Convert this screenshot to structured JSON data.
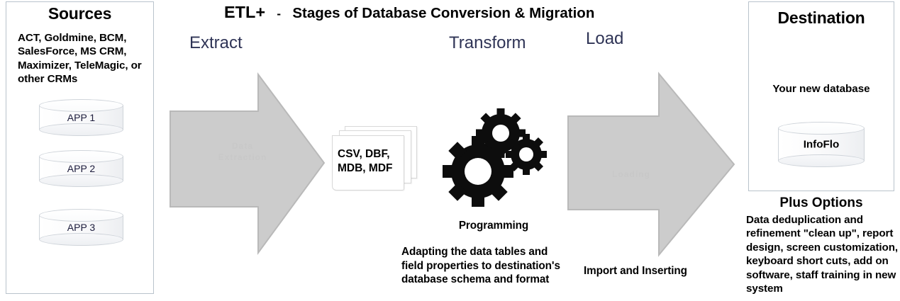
{
  "title": {
    "etl": "ETL+",
    "dash": "-",
    "rest": "Stages of Database Conversion & Migration",
    "full": "ETL+  -  Stages of Database Conversion & Migration"
  },
  "stages": {
    "extract": "Extract",
    "transform": "Transform",
    "load": "Load",
    "color": "#2f3456"
  },
  "sources": {
    "heading": "Sources",
    "description": "ACT, Goldmine, BCM, SalesForce, MS CRM, Maximizer, TeleMagic, or other CRMs",
    "databases": [
      {
        "label": "APP 1"
      },
      {
        "label": "APP 2"
      },
      {
        "label": "APP 3"
      }
    ]
  },
  "arrows": {
    "extract_arrow": {
      "name": "extract-arrow",
      "fill": "#cccccc",
      "stroke": "#b6b6b6",
      "faint_text": "Data\nExtraction"
    },
    "load_arrow": {
      "name": "load-arrow",
      "fill": "#cccccc",
      "stroke": "#b6b6b6",
      "faint_text": "Loading"
    }
  },
  "documents": {
    "label": "CSV, DBF,\nMDB, MDF",
    "pages": 3
  },
  "transform": {
    "gears_label": "Programming",
    "gears_color": "#0d0d0d",
    "description": "Adapting the data tables and\nfield properties to destination's\ndatabase schema and format"
  },
  "load": {
    "description": "Import and Inserting"
  },
  "destination": {
    "heading": "Destination",
    "subtitle": "Your new database",
    "database_label": "InfoFlo",
    "plus_options_heading": "Plus Options",
    "plus_options_body": "Data deduplication and refinement \"clean up\", report design, screen customization, keyboard short cuts, add on software, staff training in new system"
  },
  "colors": {
    "panel_border": "#b9c3cc",
    "arrow_fill": "#cccccc",
    "text": "#000000",
    "stage_text": "#2f3456",
    "cylinder_label": "#1c1c3c"
  }
}
